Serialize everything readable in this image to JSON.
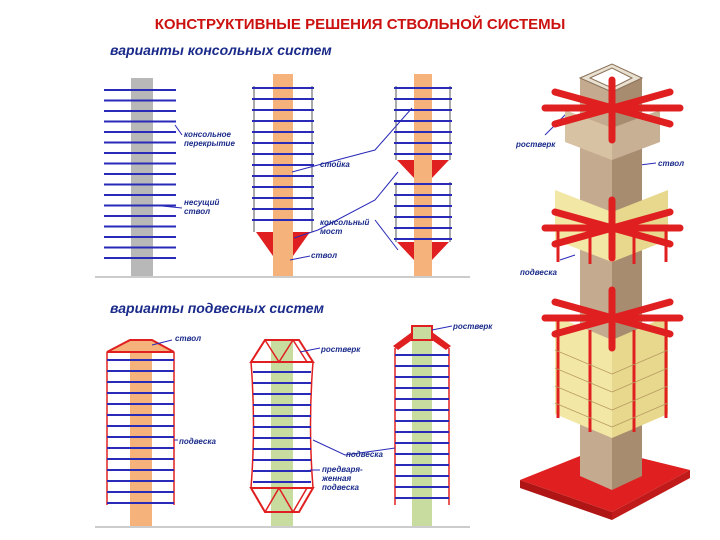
{
  "title": "КОНСТРУКТИВНЫЕ РЕШЕНИЯ СТВОЛЬНОЙ СИСТЕМЫ",
  "sections": {
    "cantilever": "варианты консольных систем",
    "suspended": "варианты подвесных систем"
  },
  "labels": {
    "cantilever_floor": [
      "консольное",
      "перекрытие"
    ],
    "bearing_core": [
      "несущий",
      "ствол"
    ],
    "column": "стойка",
    "cantilever_bridge": [
      "консольный",
      "мост"
    ],
    "core_a": "ствол",
    "core_b": "ствол",
    "hanger_a": "подвеска",
    "grillage_a": "ростверк",
    "grillage_b": "ростверк",
    "hanger_b": "подвеска",
    "prestressed": [
      "предваpя-",
      "женная",
      "подвеска"
    ],
    "tower_grillage": "ростверк",
    "tower_core": "ствол",
    "tower_hanger": "подвеска"
  },
  "colors": {
    "title": "#cc1111",
    "label": "#1a2a8a",
    "floor": "#2a2ab8",
    "core_gray": "#b8b8b8",
    "core_orange": "#f5b27a",
    "core_green": "#c8dca0",
    "grillage_red": "#e02020",
    "tower_core": "#c4ab90",
    "tower_band": "#f3e7a6"
  }
}
